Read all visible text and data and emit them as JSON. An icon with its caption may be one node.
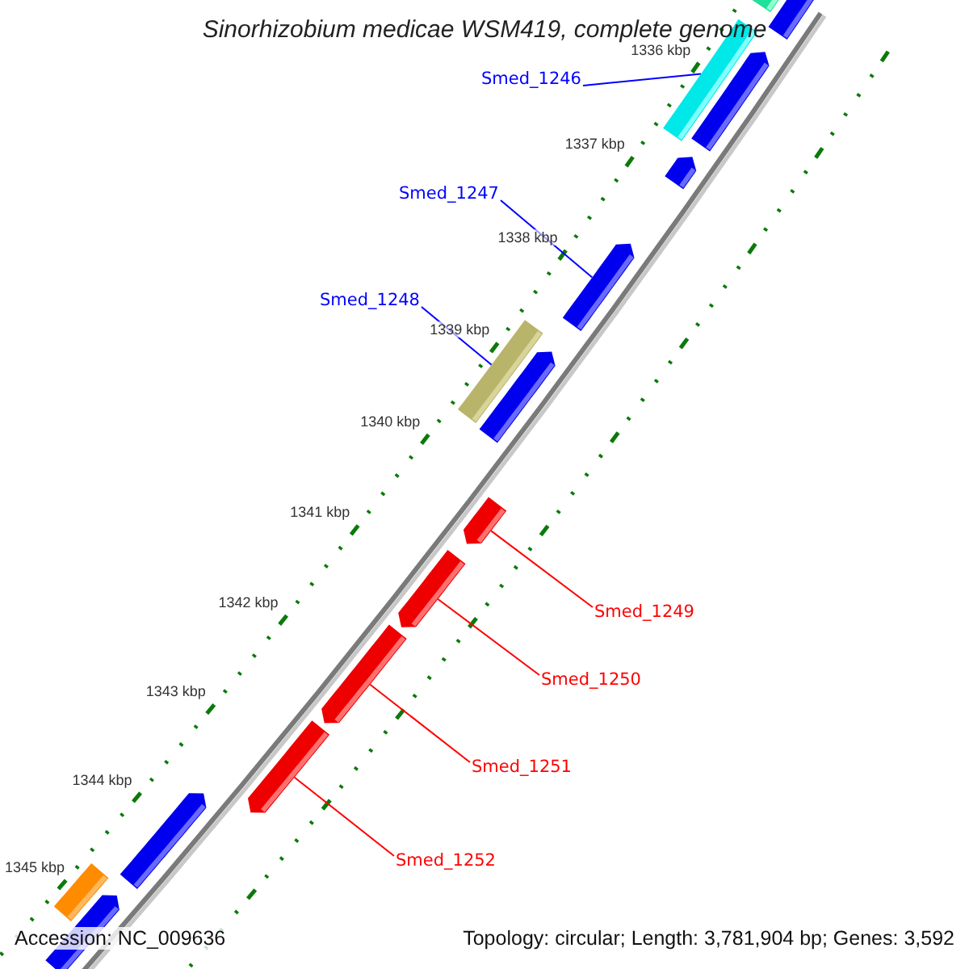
{
  "diagram": {
    "title": "Sinorhizobium medicae WSM419, complete genome",
    "nodes": [
      {
        "text": [],
        "shape": "bar"
      },
      {
        "text": [],
        "shape": "arrow"
      },
      {
        "text": [
          "Smed_1246"
        ]
      },
      {
        "text": [],
        "shape": "bar"
      },
      {
        "text": [],
        "shape": "arrow"
      },
      {
        "text": [],
        "shape": "arrow"
      },
      {
        "text": [
          "Smed_1247"
        ]
      },
      {
        "text": [],
        "shape": "arrow"
      },
      {
        "text": [
          "Smed_1248"
        ]
      },
      {
        "text": [],
        "shape": "bar"
      },
      {
        "text": [],
        "shape": "arrow"
      },
      {
        "text": [
          "Smed_1249"
        ]
      },
      {
        "text": [],
        "shape": "arrow"
      },
      {
        "text": [
          "Smed_1250"
        ]
      },
      {
        "text": [],
        "shape": "arrow"
      },
      {
        "text": [
          "Smed_1251"
        ]
      },
      {
        "text": [],
        "shape": "arrow"
      },
      {
        "text": [
          "Smed_1252"
        ]
      },
      {
        "text": [],
        "shape": "arrow"
      },
      {
        "text": [],
        "shape": "arrow"
      },
      {
        "text": [],
        "shape": "bar"
      },
      {
        "text": [],
        "shape": "arrow"
      }
    ],
    "edges": [
      {
        "from": 2,
        "to": 3,
        "arrow": "none",
        "color": "#0000ff"
      },
      {
        "from": 6,
        "to": 7,
        "arrow": "none",
        "color": "#0000ff"
      },
      {
        "from": 8,
        "to": 9,
        "arrow": "none",
        "color": "#0000ff"
      },
      {
        "from": 11,
        "to": 12,
        "arrow": "none",
        "color": "#ff0000"
      },
      {
        "from": 13,
        "to": 14,
        "arrow": "none",
        "color": "#ff0000"
      },
      {
        "from": 15,
        "to": 16,
        "arrow": "none",
        "color": "#ff0000"
      },
      {
        "from": 17,
        "to": 18,
        "arrow": "none",
        "color": "#ff0000"
      }
    ],
    "labels": [
      "1336 kbp",
      "1337 kbp",
      "1338 kbp",
      "1339 kbp",
      "1340 kbp",
      "1341 kbp",
      "1342 kbp",
      "1343 kbp",
      "1344 kbp",
      "1345 kbp",
      "Accession: NC_009636",
      "Topology: circular; Length: 3,781,904 bp; Genes: 3,592"
    ]
  }
}
